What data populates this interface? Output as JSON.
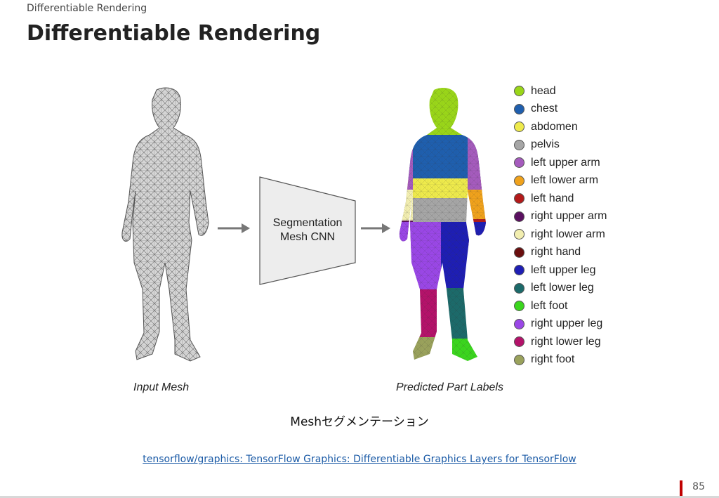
{
  "slide": {
    "breadcrumb": "Differentiable Rendering",
    "title": "Differentiable Rendering",
    "caption": "Meshセグメンテーション",
    "link_text": "tensorflow/graphics: TensorFlow Graphics: Differentiable Graphics Layers for TensorFlow",
    "page_number": "85"
  },
  "figure": {
    "box_label_line1": "Segmentation",
    "box_label_line2": "Mesh CNN",
    "input_label": "Input Mesh",
    "output_label": "Predicted Part Labels"
  },
  "legend": [
    {
      "label": "head",
      "color": "#9ad619"
    },
    {
      "label": "chest",
      "color": "#1f5fae"
    },
    {
      "label": "abdomen",
      "color": "#eeea4c"
    },
    {
      "label": "pelvis",
      "color": "#a6a6a6"
    },
    {
      "label": "left upper arm",
      "color": "#a55bbd"
    },
    {
      "label": "left lower arm",
      "color": "#f0a21c"
    },
    {
      "label": "left hand",
      "color": "#b31a1a"
    },
    {
      "label": "right upper arm",
      "color": "#5a1060"
    },
    {
      "label": "right lower arm",
      "color": "#f2eeb0"
    },
    {
      "label": "right hand",
      "color": "#6a0e0e"
    },
    {
      "label": "left upper leg",
      "color": "#1e1eb4"
    },
    {
      "label": "left lower leg",
      "color": "#1c6a6a"
    },
    {
      "label": "left foot",
      "color": "#3bd61e"
    },
    {
      "label": "right upper leg",
      "color": "#9a47e6"
    },
    {
      "label": "right lower leg",
      "color": "#b4126a"
    },
    {
      "label": "right foot",
      "color": "#9aa25c"
    }
  ]
}
